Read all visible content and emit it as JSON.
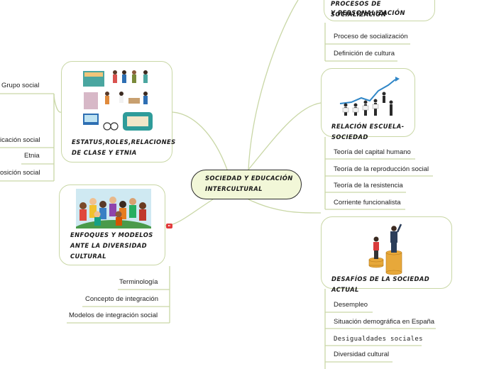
{
  "central": {
    "line1": "SOCIEDAD Y EDUCACIÓN",
    "line2": "INTERCULTURAL"
  },
  "top_right": {
    "title_line1": "PROCESOS DE SOCIALIZACIÓN",
    "title_line2": "Y PERSONALIZACIÓN",
    "items": [
      "Proceso de socialización",
      "Definición de cultura"
    ]
  },
  "relacion": {
    "title": "RELACIÓN ESCUELA-SOCIEDAD",
    "items": [
      "Teoría del capital humano",
      "Teoría de la reproducción social",
      "Teoría de la resistencia",
      "Corriente funcionalista"
    ]
  },
  "desafios": {
    "title": "DESAFÍOS DE LA SOCIEDAD ACTUAL",
    "items": [
      "Desempleo",
      "Situación demográfica en España",
      "Desigualdades sociales",
      "Diversidad cultural"
    ]
  },
  "estatus": {
    "title_line1": "ESTATUS,ROLES,RELACIONES",
    "title_line2": "DE CLASE Y ETNIA",
    "items": [
      "Grupo social",
      "icación social",
      "Etnia",
      "osición social"
    ]
  },
  "enfoques": {
    "title_line1": "ENFOQUES Y MODELOS",
    "title_line2": "ANTE LA DIVERSIDAD",
    "title_line3": "CULTURAL",
    "items": [
      "Terminología",
      "Concepto de integración",
      "Modelos de integración social"
    ]
  },
  "colors": {
    "branch": "#c9d7a6",
    "central_fill": "#f2f7d8",
    "marker": "#e23a3a"
  }
}
